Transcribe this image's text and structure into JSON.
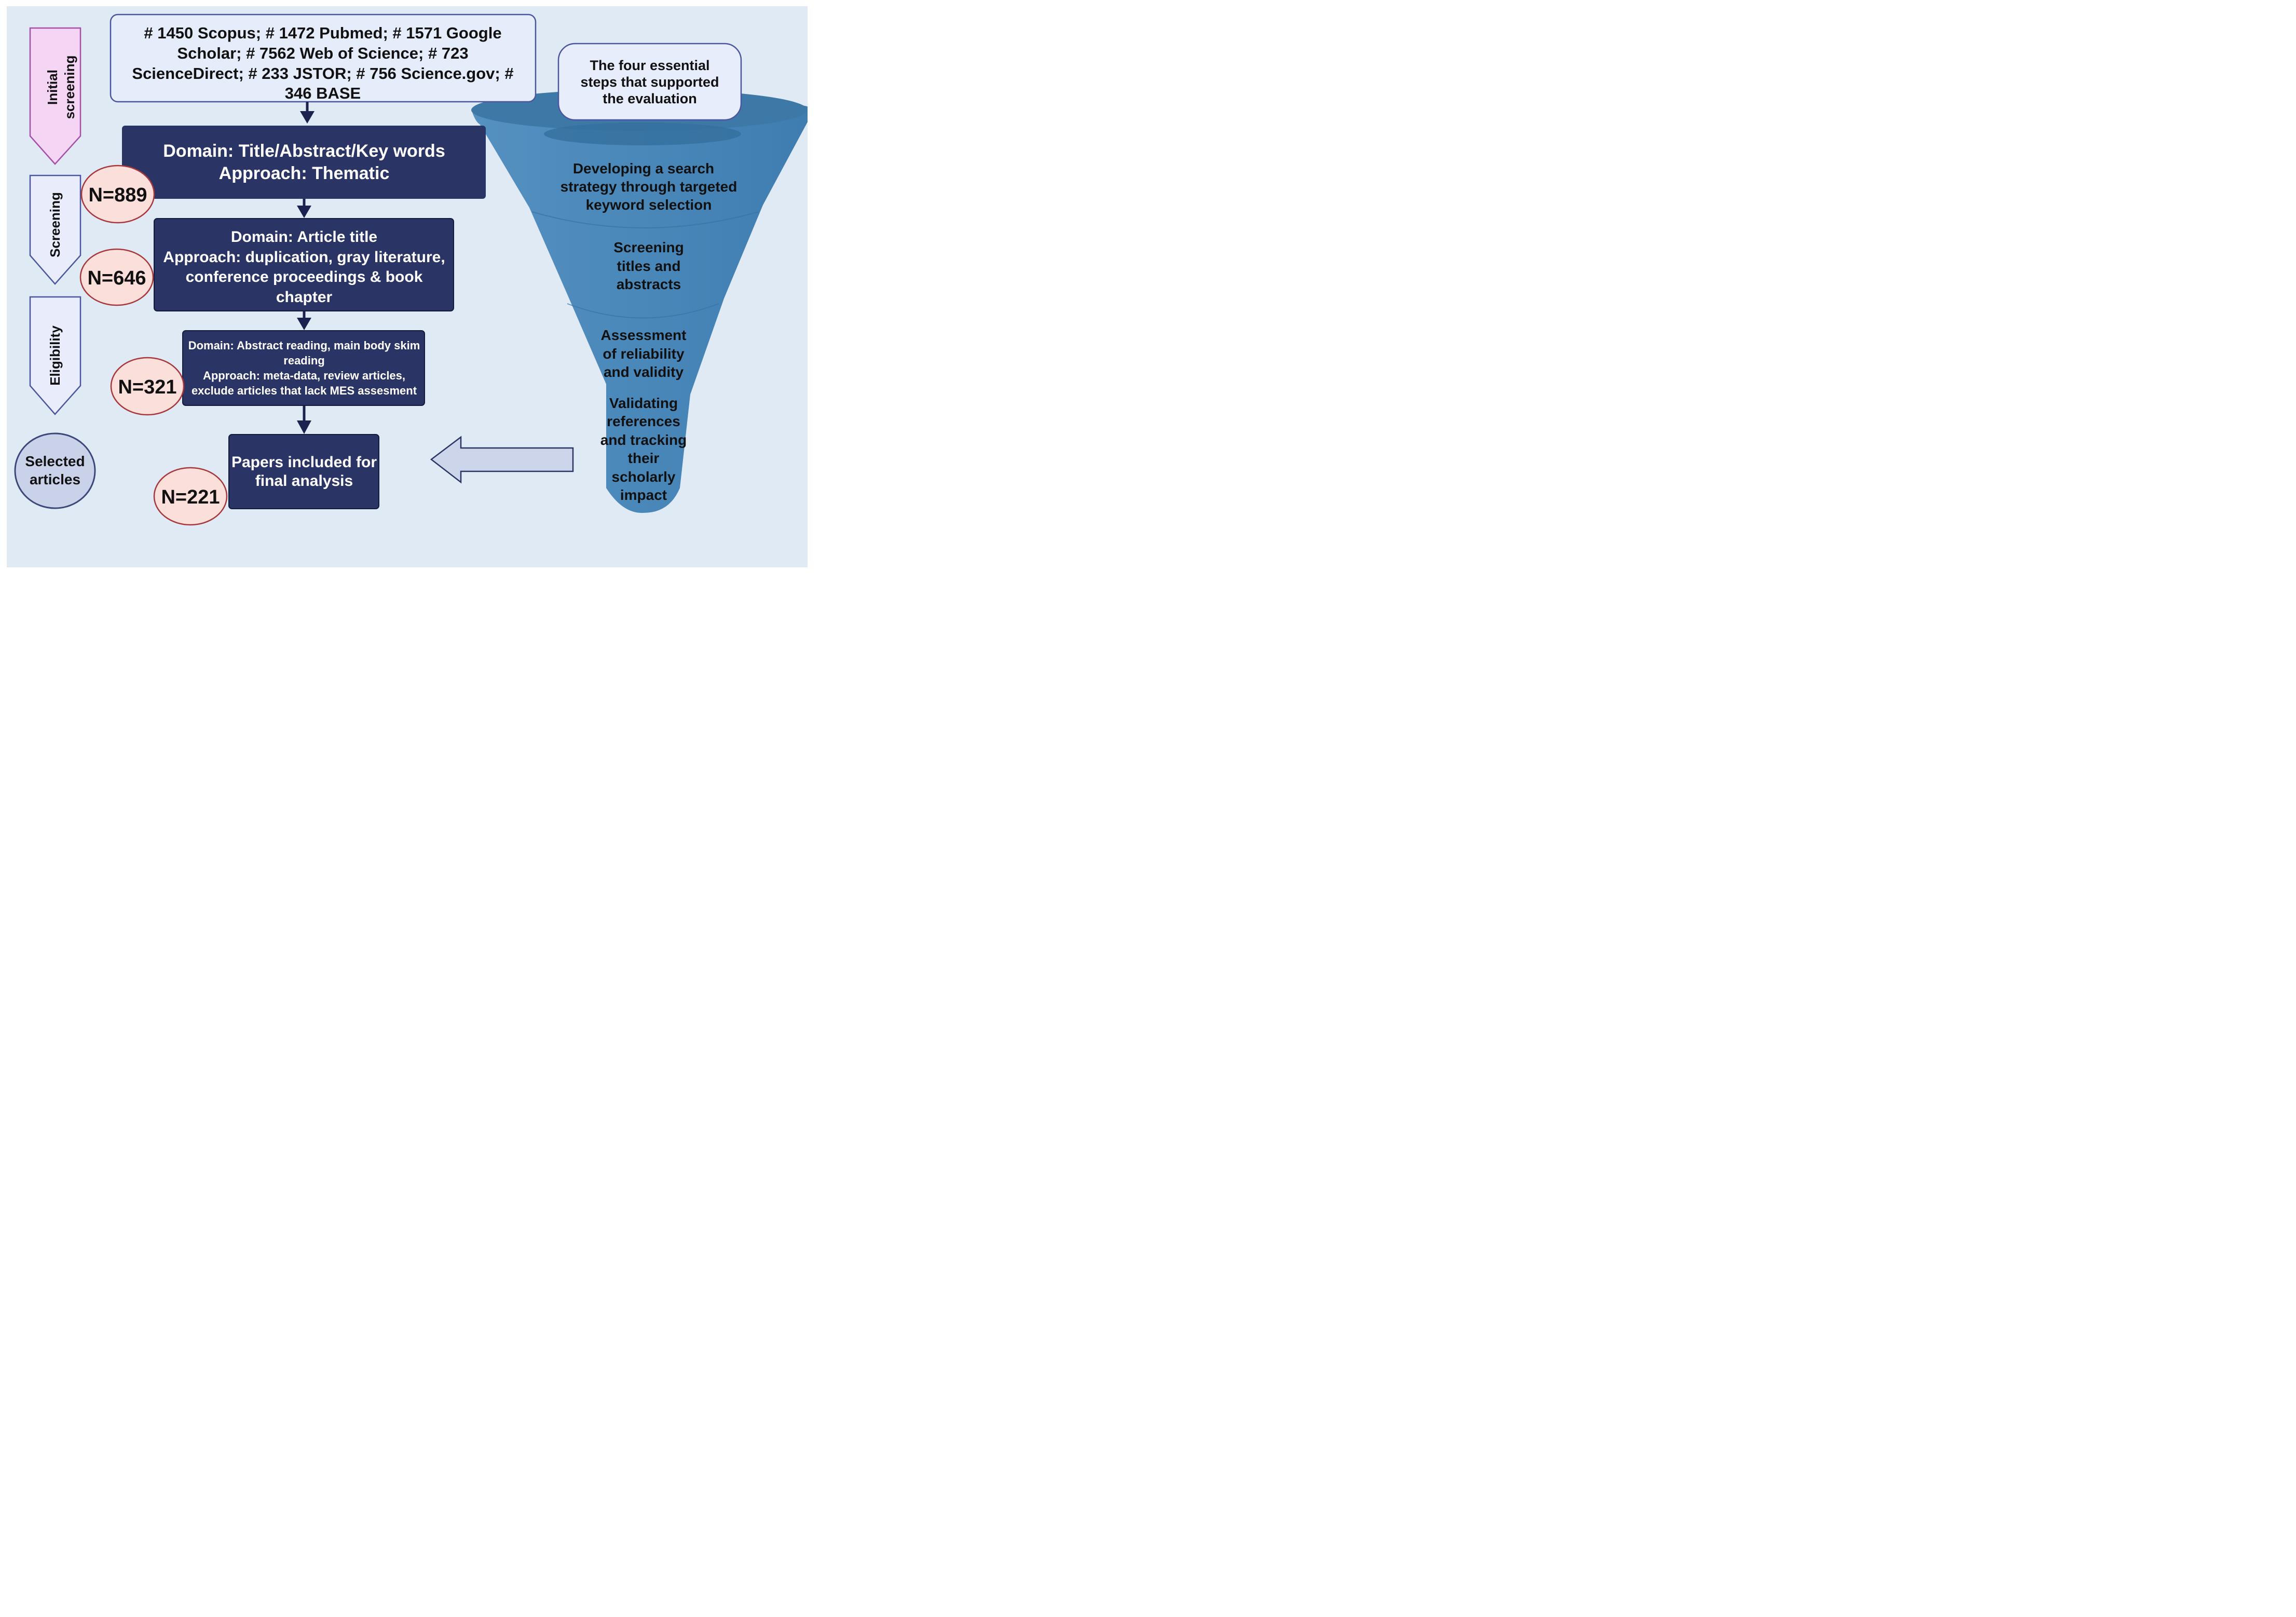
{
  "sources_box": {
    "lines": [
      "# 1450 Scopus; # 1472 Pubmed; # 1571 Google",
      "Scholar; # 7562 Web of Science; # 723",
      "ScienceDirect; # 233 JSTOR; # 756 Science.gov; #",
      "346 BASE"
    ]
  },
  "stages": [
    {
      "id": "initial",
      "lines": [
        "Initial",
        "screening"
      ]
    },
    {
      "id": "screening",
      "lines": [
        "Screening"
      ]
    },
    {
      "id": "eligibility",
      "lines": [
        "Eligibility"
      ]
    },
    {
      "id": "selected",
      "lines": [
        "Selected",
        "articles"
      ]
    }
  ],
  "process_boxes": [
    {
      "id": "box1",
      "lines": [
        "Domain: Title/Abstract/Key words",
        "Approach: Thematic"
      ]
    },
    {
      "id": "box2",
      "lines": [
        "Domain: Article title",
        "Approach: duplication, gray literature,",
        "conference proceedings & book",
        "chapter"
      ]
    },
    {
      "id": "box3",
      "lines": [
        "Domain: Abstract reading, main body skim",
        "reading",
        "Approach: meta-data, review articles,",
        "exclude articles that lack MES assesment"
      ]
    },
    {
      "id": "box4",
      "lines": [
        "Papers included for",
        "final analysis"
      ]
    }
  ],
  "counts": [
    "N=889",
    "N=646",
    "N=321",
    "N=221"
  ],
  "funnel": {
    "header_lines": [
      "The four essential",
      "steps that supported",
      "the evaluation"
    ],
    "steps": [
      {
        "lines": [
          "Developing a search",
          "strategy through targeted",
          "keyword selection"
        ]
      },
      {
        "lines": [
          "Screening",
          "titles and",
          "abstracts"
        ]
      },
      {
        "lines": [
          "Assessment",
          "of reliability",
          "and validity"
        ]
      },
      {
        "lines": [
          "Validating",
          "references",
          "and tracking",
          "their",
          "scholarly",
          "impact"
        ]
      }
    ]
  },
  "colors": {
    "background": "#e0eaf4",
    "box_dark": "#2a3566",
    "source_box": "#e5ecfa",
    "count_fill": "#fbdfdb",
    "count_stroke": "#a8363a",
    "funnel": "#4a88ba",
    "stage_initial": "#f4d6f4",
    "stage_other": "#e9edfb",
    "selected_fill": "#cad2ea"
  }
}
